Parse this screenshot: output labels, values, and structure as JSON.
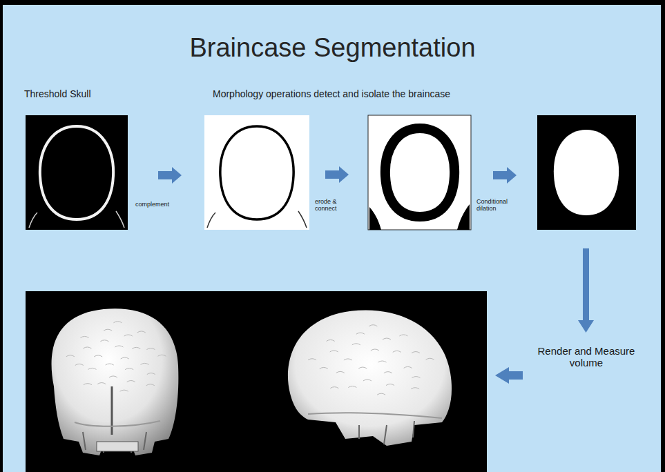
{
  "diagram": {
    "title": "Braincase Segmentation",
    "labels": [
      "Threshold Skull",
      "Morphology operations detect and isolate the braincase",
      "complement",
      "erode & connect",
      "Conditional dilation",
      "Render and Measure volume"
    ]
  }
}
